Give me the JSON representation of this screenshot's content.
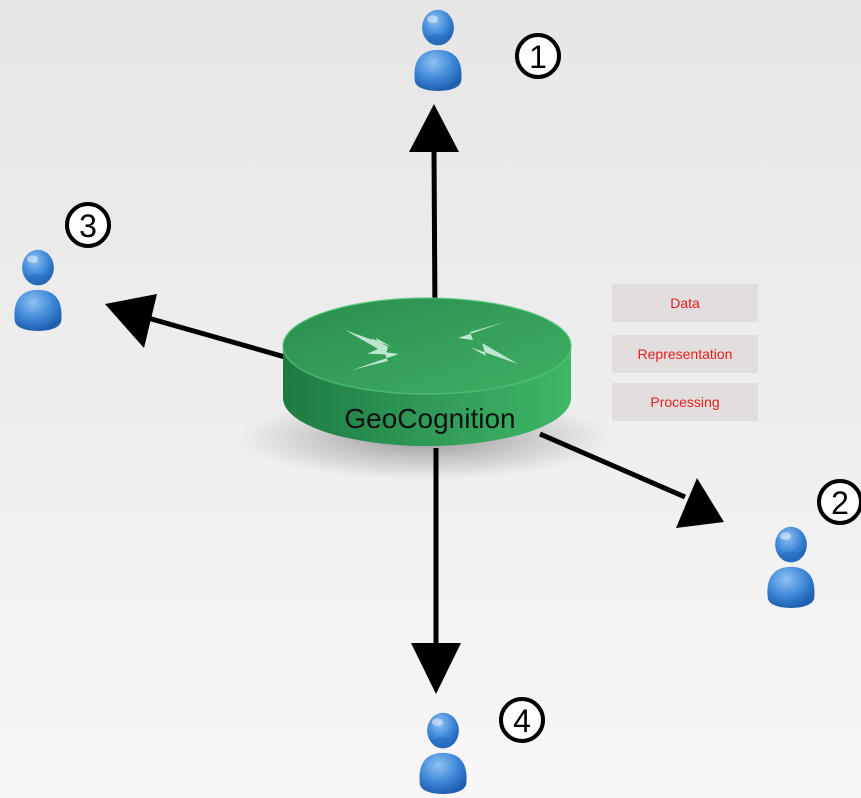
{
  "hub": {
    "label": "GeoCognition",
    "color": "#3aa55d"
  },
  "users": [
    {
      "number": "1"
    },
    {
      "number": "2"
    },
    {
      "number": "3"
    },
    {
      "number": "4"
    }
  ],
  "tags": [
    "Data",
    "Representation",
    "Processing"
  ],
  "colors": {
    "user": "#3d86d8",
    "tag_text": "#e0201b",
    "arrow": "#000000"
  }
}
